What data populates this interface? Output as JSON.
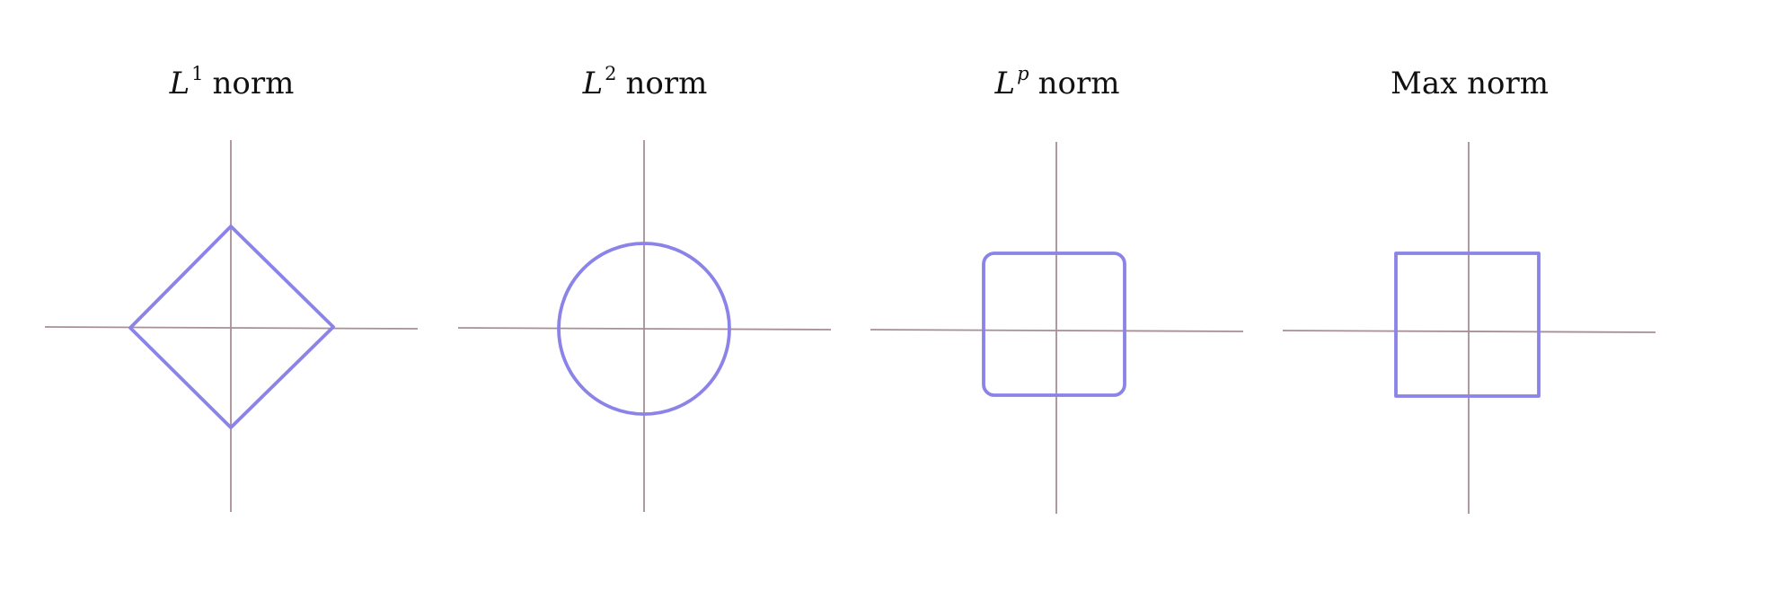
{
  "colors": {
    "axis": "#a88f96",
    "shape": "#8b83e8",
    "background": "#ffffff",
    "text": "#111111"
  },
  "panels": [
    {
      "id": "l1",
      "shape": "diamond",
      "title": {
        "base": "L",
        "sup": "1",
        "sup_italic": false,
        "word": "norm"
      }
    },
    {
      "id": "l2",
      "shape": "circle",
      "title": {
        "base": "L",
        "sup": "2",
        "sup_italic": false,
        "word": "norm"
      }
    },
    {
      "id": "lp",
      "shape": "rounded-square",
      "title": {
        "base": "L",
        "sup": "p",
        "sup_italic": true,
        "word": "norm"
      }
    },
    {
      "id": "max",
      "shape": "square",
      "title": {
        "base": "",
        "sup": "",
        "sup_italic": false,
        "word": "Max norm"
      }
    }
  ]
}
